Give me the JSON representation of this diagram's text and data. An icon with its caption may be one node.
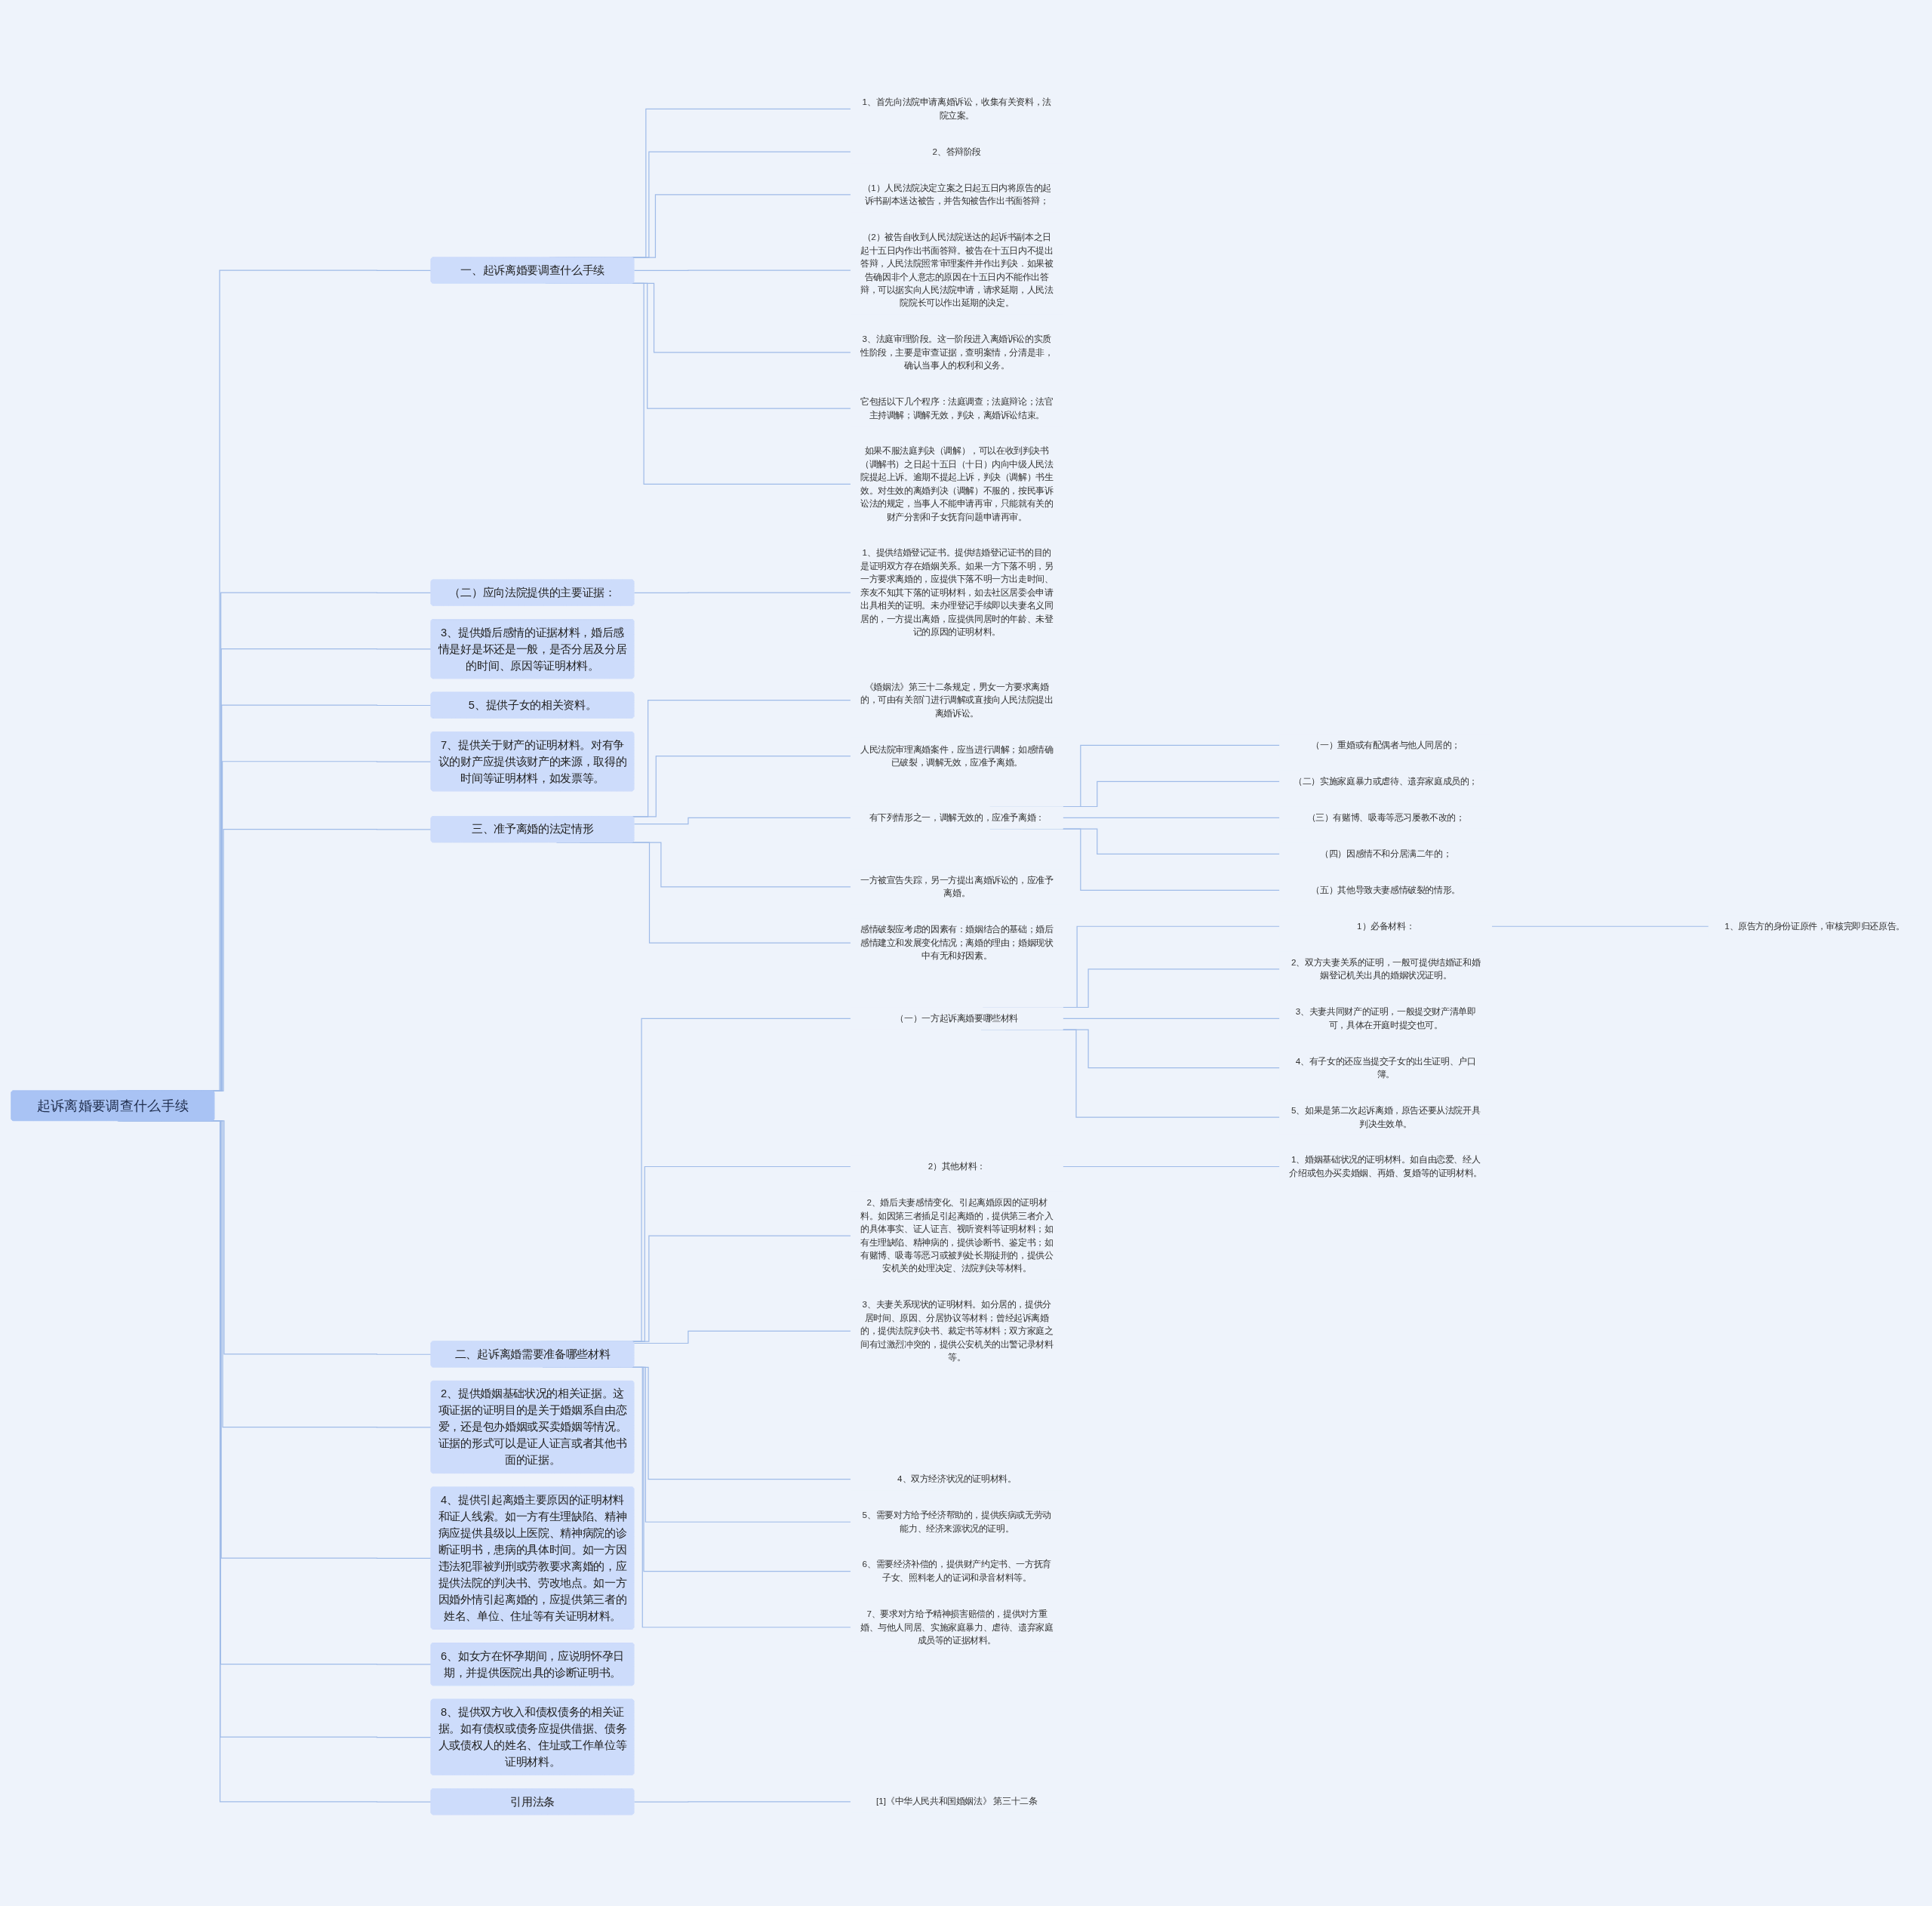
{
  "diagram": {
    "nodes": [
      {
        "text": [
          "起诉离婚要调查什么手续"
        ]
      },
      {
        "text": [
          "一、起诉离婚要调查什么手续"
        ]
      },
      {
        "text": [
          "1、首先向法院申请离婚诉讼，收集有关资料，法院立案。"
        ]
      },
      {
        "text": [
          "2、答辩阶段"
        ]
      },
      {
        "text": [
          "（1）人民法院决定立案之日起五日内将原告的起诉书副本送达被告，并告知被告作出书面答辩；"
        ]
      },
      {
        "text": [
          "（2）被告自收到人民法院送达的起诉书副本之日起十五日内作出书面答辩。被告在十五日内不提出答辩，人民法院照常审理案件并作出判决．如果被告确因非个人意志的原因在十五日内不能作出答辩，可以据实向人民法院申请，请求延期，人民法院院长可以作出延期的决定。"
        ]
      },
      {
        "text": [
          "3、法庭审理阶段。这一阶段进入离婚诉讼的实质性阶段，主要是审查证据，查明案情，分清是非，确认当事人的权利和义务。"
        ]
      },
      {
        "text": [
          "它包括以下几个程序：法庭调查；法庭辩论；法官主持调解；调解无效，判决，离婚诉讼结束。"
        ]
      },
      {
        "text": [
          "如果不服法庭判决（调解），可以在收到判决书（调解书）之日起十五日（十日）内向中级人民法院提起上诉。逾期不提起上诉，判决（调解）书生效。对生效的离婚判决（调解）不服的，按民事诉讼法的规定，当事人不能申请再审，只能就有关的财产分割和子女抚育问题申请再审。"
        ]
      },
      {
        "text": [
          "（二）应向法院提供的主要证据："
        ]
      },
      {
        "text": [
          "1、提供结婚登记证书。提供结婚登记证书的目的是证明双方存在婚姻关系。如果一方下落不明，另一方要求离婚的，应提供下落不明一方出走时间、亲友不知其下落的证明材料，如去社区居委会申请出具相关的证明。未办理登记手续即以夫妻名义同居的，一方提出离婚，应提供同居时的年龄、未登记的原因的证明材料。"
        ]
      },
      {
        "text": [
          "3、提供婚后感情的证据材料，婚后感情是好是坏还是一般，是否分居及分居的时间、原因等证明材料。"
        ]
      },
      {
        "text": [
          "5、提供子女的相关资料。"
        ]
      },
      {
        "text": [
          "7、提供关于财产的证明材料。对有争议的财产应提供该财产的来源，取得的时间等证明材料，如发票等。"
        ]
      },
      {
        "text": [
          "三、准予离婚的法定情形"
        ]
      },
      {
        "text": [
          "《婚姻法》第三十二条规定，男女一方要求离婚的，可由有关部门进行调解或直接向人民法院提出离婚诉讼。"
        ]
      },
      {
        "text": [
          "人民法院审理离婚案件，应当进行调解；如感情确已破裂，调解无效，应准予离婚。"
        ]
      },
      {
        "text": [
          "有下列情形之一，调解无效的，应准予离婚："
        ]
      },
      {
        "text": [
          "（一）重婚或有配偶者与他人同居的；"
        ]
      },
      {
        "text": [
          "（二）实施家庭暴力或虐待、遗弃家庭成员的；"
        ]
      },
      {
        "text": [
          "（三）有赌博、吸毒等恶习屡教不改的；"
        ]
      },
      {
        "text": [
          "（四）因感情不和分居满二年的；"
        ]
      },
      {
        "text": [
          "（五）其他导致夫妻感情破裂的情形。"
        ]
      },
      {
        "text": [
          "一方被宣告失踪，另一方提出离婚诉讼的，应准予离婚。"
        ]
      },
      {
        "text": [
          "感情破裂应考虑的因素有：婚姻结合的基础；婚后感情建立和发展变化情况；离婚的理由；婚姻现状中有无和好因素。"
        ]
      },
      {
        "text": [
          "二、起诉离婚需要准备哪些材料"
        ]
      },
      {
        "text": [
          "（一）一方起诉离婚要哪些材料"
        ]
      },
      {
        "text": [
          "1）必备材料："
        ]
      },
      {
        "text": [
          "1、原告方的身份证原件，审核完即归还原告。"
        ]
      },
      {
        "text": [
          "2、双方夫妻关系的证明，一般可提供结婚证和婚姻登记机关出具的婚姻状况证明。"
        ]
      },
      {
        "text": [
          "3、夫妻共同财产的证明，一般提交财产清单即可，具体在开庭时提交也可。"
        ]
      },
      {
        "text": [
          "4、有子女的还应当提交子女的出生证明、户口簿。"
        ]
      },
      {
        "text": [
          "5、如果是第二次起诉离婚，原告还要从法院开具判决生效单。"
        ]
      },
      {
        "text": [
          "2）其他材料："
        ]
      },
      {
        "text": [
          "1、婚姻基础状况的证明材料。如自由恋爱、经人介绍或包办买卖婚姻、再婚、复婚等的证明材料。"
        ]
      },
      {
        "text": [
          "2、婚后夫妻感情变化、引起离婚原因的证明材料。如因第三者插足引起离婚的，提供第三者介入的具体事实、证人证言、视听资料等证明材料；如有生理缺陷、精神病的，提供诊断书、鉴定书；如有赌博、吸毒等恶习或被判处长期徒刑的，提供公安机关的处理决定、法院判决等材料。"
        ]
      },
      {
        "text": [
          "3、夫妻关系现状的证明材料。如分居的，提供分居时间、原因、分居协议等材料；曾经起诉离婚的，提供法院判决书、裁定书等材料；双方家庭之间有过激烈冲突的，提供公安机关的出警记录材料等。"
        ]
      },
      {
        "text": [
          "4、双方经济状况的证明材料。"
        ]
      },
      {
        "text": [
          "5、需要对方给予经济帮助的，提供疾病或无劳动能力、经济来源状况的证明。"
        ]
      },
      {
        "text": [
          "6、需要经济补偿的，提供财产约定书、一方抚育子女、照料老人的证词和录音材料等。"
        ]
      },
      {
        "text": [
          "7、要求对方给予精神损害赔偿的，提供对方重婚、与他人同居、实施家庭暴力、虐待、遗弃家庭成员等的证据材料。"
        ]
      },
      {
        "text": [
          "2、提供婚姻基础状况的相关证据。这项证据的证明目的是关于婚姻系自由恋爱，还是包办婚姻或买卖婚姻等情况。证据的形式可以是证人证言或者其他书面的证据。"
        ]
      },
      {
        "text": [
          "4、提供引起离婚主要原因的证明材料和证人线索。如一方有生理缺陷、精神病应提供县级以上医院、精神病院的诊断证明书，患病的具体时间。如一方因违法犯罪被判刑或劳教要求离婚的，应提供法院的判决书、劳改地点。如一方因婚外情引起离婚的，应提供第三者的姓名、单位、住址等有关证明材料。"
        ]
      },
      {
        "text": [
          "6、如女方在怀孕期间，应说明怀孕日期，并提供医院出具的诊断证明书。"
        ]
      },
      {
        "text": [
          "8、提供双方收入和债权债务的相关证据。如有债权或债务应提供借据、债务人或债权人的姓名、住址或工作单位等证明材料。"
        ]
      },
      {
        "text": [
          "引用法条"
        ]
      },
      {
        "text": [
          "[1]《中华人民共和国婚姻法》 第三十二条"
        ]
      }
    ],
    "edges": [
      {
        "from": 0,
        "to": 1,
        "arrow": "none"
      },
      {
        "from": 1,
        "to": 2,
        "arrow": "none"
      },
      {
        "from": 1,
        "to": 3,
        "arrow": "none"
      },
      {
        "from": 1,
        "to": 4,
        "arrow": "none"
      },
      {
        "from": 1,
        "to": 5,
        "arrow": "none"
      },
      {
        "from": 1,
        "to": 6,
        "arrow": "none"
      },
      {
        "from": 1,
        "to": 7,
        "arrow": "none"
      },
      {
        "from": 1,
        "to": 8,
        "arrow": "none"
      },
      {
        "from": 0,
        "to": 9,
        "arrow": "none"
      },
      {
        "from": 9,
        "to": 10,
        "arrow": "none"
      },
      {
        "from": 0,
        "to": 11,
        "arrow": "none"
      },
      {
        "from": 0,
        "to": 12,
        "arrow": "none"
      },
      {
        "from": 0,
        "to": 13,
        "arrow": "none"
      },
      {
        "from": 0,
        "to": 14,
        "arrow": "none"
      },
      {
        "from": 14,
        "to": 15,
        "arrow": "none"
      },
      {
        "from": 14,
        "to": 16,
        "arrow": "none"
      },
      {
        "from": 14,
        "to": 17,
        "arrow": "none"
      },
      {
        "from": 17,
        "to": 18,
        "arrow": "none"
      },
      {
        "from": 17,
        "to": 19,
        "arrow": "none"
      },
      {
        "from": 17,
        "to": 20,
        "arrow": "none"
      },
      {
        "from": 17,
        "to": 21,
        "arrow": "none"
      },
      {
        "from": 17,
        "to": 22,
        "arrow": "none"
      },
      {
        "from": 14,
        "to": 23,
        "arrow": "none"
      },
      {
        "from": 14,
        "to": 24,
        "arrow": "none"
      },
      {
        "from": 0,
        "to": 25,
        "arrow": "none"
      },
      {
        "from": 25,
        "to": 26,
        "arrow": "none"
      },
      {
        "from": 26,
        "to": 27,
        "arrow": "none"
      },
      {
        "from": 27,
        "to": 28,
        "arrow": "none"
      },
      {
        "from": 26,
        "to": 29,
        "arrow": "none"
      },
      {
        "from": 26,
        "to": 30,
        "arrow": "none"
      },
      {
        "from": 26,
        "to": 31,
        "arrow": "none"
      },
      {
        "from": 26,
        "to": 32,
        "arrow": "none"
      },
      {
        "from": 25,
        "to": 33,
        "arrow": "none"
      },
      {
        "from": 33,
        "to": 34,
        "arrow": "none"
      },
      {
        "from": 25,
        "to": 35,
        "arrow": "none"
      },
      {
        "from": 25,
        "to": 36,
        "arrow": "none"
      },
      {
        "from": 25,
        "to": 37,
        "arrow": "none"
      },
      {
        "from": 25,
        "to": 38,
        "arrow": "none"
      },
      {
        "from": 25,
        "to": 39,
        "arrow": "none"
      },
      {
        "from": 25,
        "to": 40,
        "arrow": "none"
      },
      {
        "from": 0,
        "to": 41,
        "arrow": "none"
      },
      {
        "from": 0,
        "to": 42,
        "arrow": "none"
      },
      {
        "from": 0,
        "to": 43,
        "arrow": "none"
      },
      {
        "from": 0,
        "to": 44,
        "arrow": "none"
      },
      {
        "from": 0,
        "to": 45,
        "arrow": "none"
      },
      {
        "from": 45,
        "to": 46,
        "arrow": "none"
      }
    ]
  }
}
